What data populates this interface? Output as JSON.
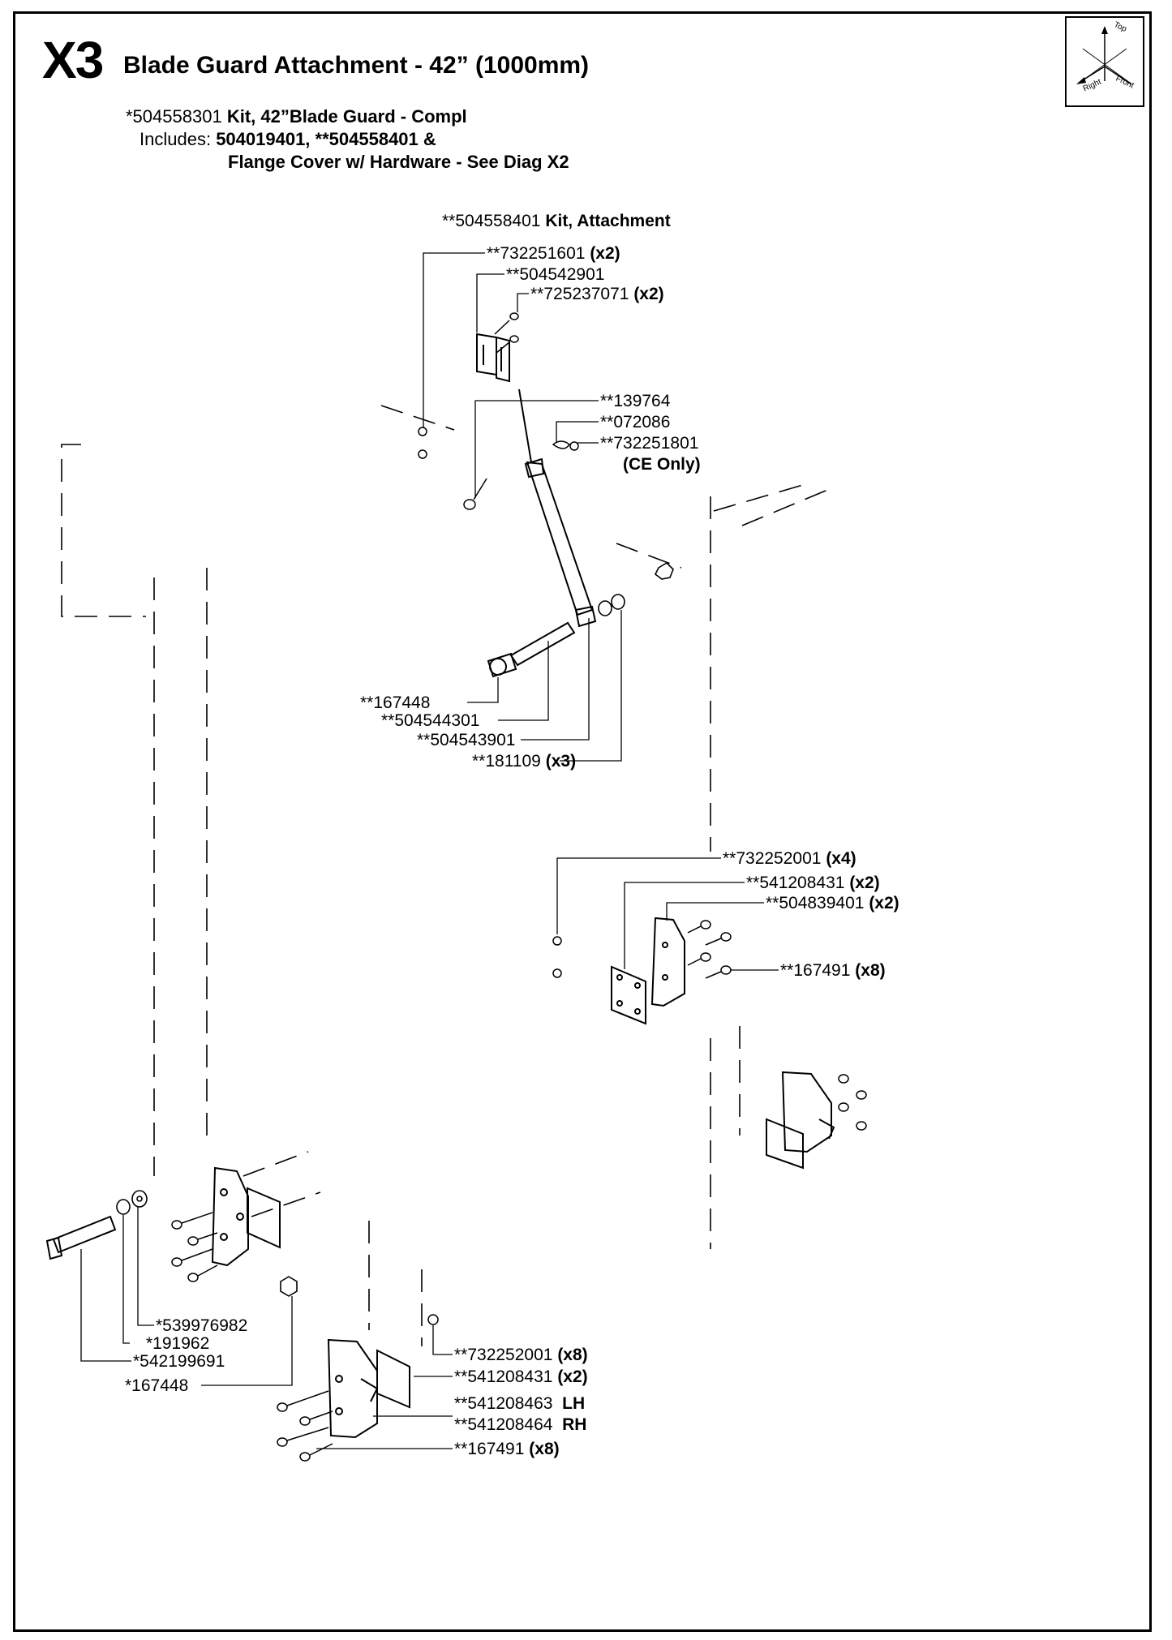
{
  "header": {
    "code": "X3",
    "title": "Blade Guard Attachment - 42” (1000mm)"
  },
  "kit_info": {
    "kit_number": "*504558301",
    "kit_name": "Kit, 42”Blade Guard - Compl",
    "includes_label": "Includes:",
    "includes_parts": "504019401, **504558401 &",
    "includes_line3": "Flange Cover w/ Hardware - See Diag X2"
  },
  "orientation": {
    "top": "Top",
    "right": "Right",
    "front": "Front"
  },
  "callouts": [
    {
      "part": "**504558401",
      "note": "Kit, Attachment"
    },
    {
      "part": "**732251601",
      "note": "(x2)"
    },
    {
      "part": "**504542901",
      "note": ""
    },
    {
      "part": "**725237071",
      "note": "(x2)"
    },
    {
      "part": "**139764",
      "note": ""
    },
    {
      "part": "**072086",
      "note": ""
    },
    {
      "part": "**732251801",
      "note": ""
    },
    {
      "part": "",
      "note": "(CE Only)"
    },
    {
      "part": "**167448",
      "note": ""
    },
    {
      "part": "**504544301",
      "note": ""
    },
    {
      "part": "**504543901",
      "note": ""
    },
    {
      "part": "**181109",
      "note": "(x3)"
    },
    {
      "part": "**732252001",
      "note": "(x4)"
    },
    {
      "part": "**541208431",
      "note": "(x2)"
    },
    {
      "part": "**504839401",
      "note": "(x2)"
    },
    {
      "part": "**167491",
      "note": "(x8)"
    },
    {
      "part": "*539976982",
      "note": ""
    },
    {
      "part": "*191962",
      "note": ""
    },
    {
      "part": "*542199691",
      "note": ""
    },
    {
      "part": "*167448",
      "note": ""
    },
    {
      "part": "**732252001",
      "note": "(x8)"
    },
    {
      "part": "**541208431",
      "note": "(x2)"
    },
    {
      "part": "**541208463",
      "note": "LH"
    },
    {
      "part": "**541208464",
      "note": "RH"
    },
    {
      "part": "**167491",
      "note": "(x8)"
    }
  ]
}
